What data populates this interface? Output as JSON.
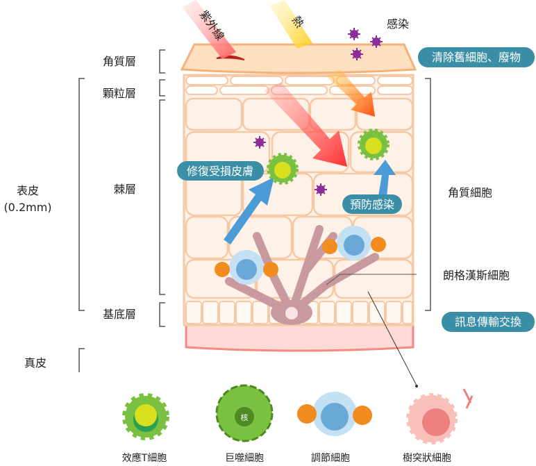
{
  "rays": {
    "uv": "紫外線",
    "heat": "熱",
    "infection": "感染"
  },
  "layers": {
    "stratum_corneum": "角質層",
    "stratum_granulosum": "顆粒層",
    "stratum_spinosum": "棘層",
    "stratum_basale": "基底層",
    "epidermis": "表皮",
    "epidermis_thickness": "(0.2mm)",
    "dermis": "真皮"
  },
  "right_labels": {
    "remove_waste": "清除舊細胞、廢物",
    "keratinocyte": "角質細胞",
    "langerhans": "朗格漢斯細胞",
    "signal_exchange": "訊息傳輸交換"
  },
  "inner_labels": {
    "repair": "修復受損皮膚",
    "prevent": "預防感染"
  },
  "cells": [
    {
      "name": "效應T細胞"
    },
    {
      "name": "巨噬細胞",
      "nucleus": "核"
    },
    {
      "name": "調節細胞"
    },
    {
      "name": "樹突狀細胞"
    }
  ],
  "colors": {
    "pill": "#3a8fa6",
    "skin": "#fde7d4",
    "cell_border": "#f6c8a4",
    "arrow_blue": "#4a9bd6",
    "virus": "#8a2e9a"
  }
}
